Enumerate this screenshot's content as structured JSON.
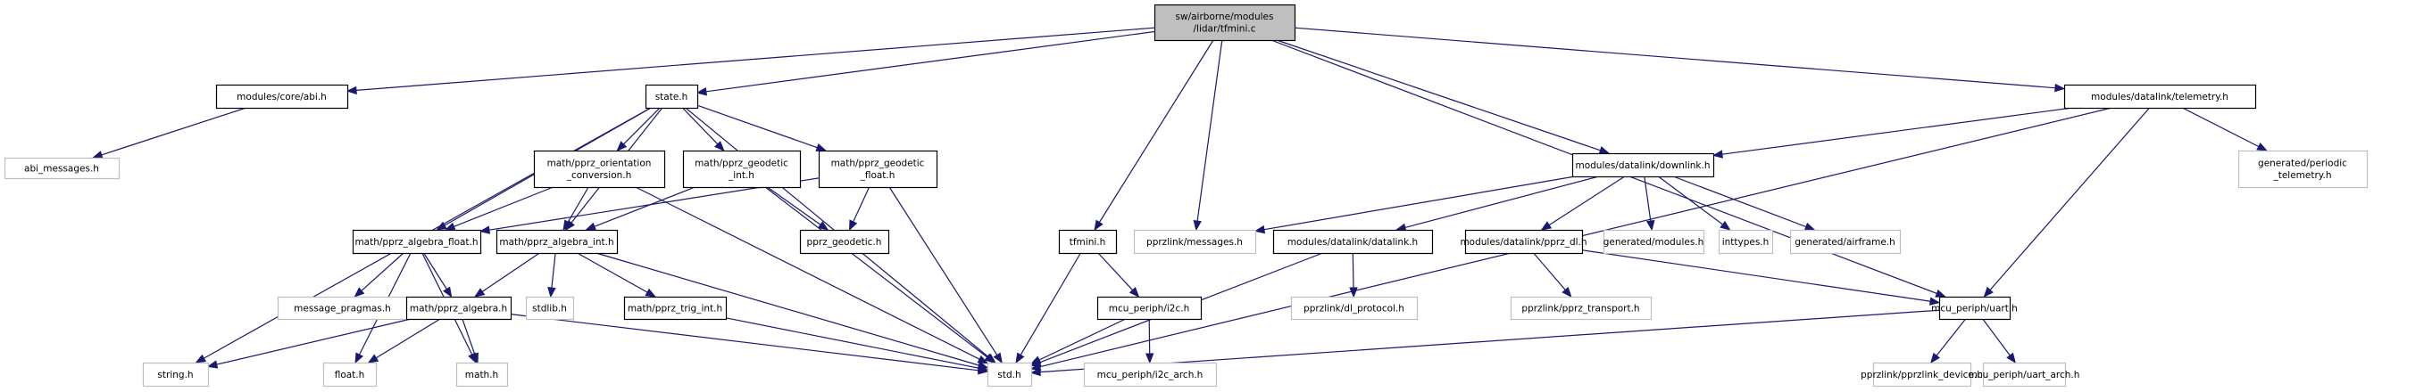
{
  "title": "Include dependency graph for sw/airborne/modules/lidar/tfmini.c",
  "colors": {
    "edge": "#191970",
    "root_fill": "#bfbfbf",
    "documented_border": "#000000",
    "external_border": "#bfbfbf"
  },
  "nodes": [
    {
      "id": "root",
      "lines": [
        "sw/airborne/modules",
        "/lidar/tfmini.c"
      ],
      "kind": "root"
    },
    {
      "id": "abi",
      "lines": [
        "modules/core/abi.h"
      ],
      "kind": "documented"
    },
    {
      "id": "abi_messages",
      "lines": [
        "abi_messages.h"
      ],
      "kind": "external"
    },
    {
      "id": "state",
      "lines": [
        "state.h"
      ],
      "kind": "documented"
    },
    {
      "id": "orient",
      "lines": [
        "math/pprz_orientation",
        "_conversion.h"
      ],
      "kind": "documented"
    },
    {
      "id": "geo_int",
      "lines": [
        "math/pprz_geodetic",
        "_int.h"
      ],
      "kind": "documented"
    },
    {
      "id": "geo_float",
      "lines": [
        "math/pprz_geodetic",
        "_float.h"
      ],
      "kind": "documented"
    },
    {
      "id": "alg_float",
      "lines": [
        "math/pprz_algebra_float.h"
      ],
      "kind": "documented"
    },
    {
      "id": "alg_int",
      "lines": [
        "math/pprz_algebra_int.h"
      ],
      "kind": "documented"
    },
    {
      "id": "pprz_geodetic",
      "lines": [
        "pprz_geodetic.h"
      ],
      "kind": "documented"
    },
    {
      "id": "msg_pragmas",
      "lines": [
        "message_pragmas.h"
      ],
      "kind": "external"
    },
    {
      "id": "alg",
      "lines": [
        "math/pprz_algebra.h"
      ],
      "kind": "documented"
    },
    {
      "id": "stdlib",
      "lines": [
        "stdlib.h"
      ],
      "kind": "external"
    },
    {
      "id": "trig_int",
      "lines": [
        "math/pprz_trig_int.h"
      ],
      "kind": "documented"
    },
    {
      "id": "string",
      "lines": [
        "string.h"
      ],
      "kind": "external"
    },
    {
      "id": "float",
      "lines": [
        "float.h"
      ],
      "kind": "external"
    },
    {
      "id": "math",
      "lines": [
        "math.h"
      ],
      "kind": "external"
    },
    {
      "id": "std",
      "lines": [
        "std.h"
      ],
      "kind": "external"
    },
    {
      "id": "tfmini_h",
      "lines": [
        "tfmini.h"
      ],
      "kind": "documented"
    },
    {
      "id": "i2c",
      "lines": [
        "mcu_periph/i2c.h"
      ],
      "kind": "documented"
    },
    {
      "id": "i2c_arch",
      "lines": [
        "mcu_periph/i2c_arch.h"
      ],
      "kind": "external"
    },
    {
      "id": "pl_messages",
      "lines": [
        "pprzlink/messages.h"
      ],
      "kind": "external"
    },
    {
      "id": "datalink",
      "lines": [
        "modules/datalink/datalink.h"
      ],
      "kind": "documented"
    },
    {
      "id": "downlink",
      "lines": [
        "modules/datalink/downlink.h"
      ],
      "kind": "documented"
    },
    {
      "id": "pprz_dl",
      "lines": [
        "modules/datalink/pprz_dl.h"
      ],
      "kind": "documented"
    },
    {
      "id": "gen_modules",
      "lines": [
        "generated/modules.h"
      ],
      "kind": "external"
    },
    {
      "id": "inttypes",
      "lines": [
        "inttypes.h"
      ],
      "kind": "external"
    },
    {
      "id": "gen_airframe",
      "lines": [
        "generated/airframe.h"
      ],
      "kind": "external"
    },
    {
      "id": "dl_protocol",
      "lines": [
        "pprzlink/dl_protocol.h"
      ],
      "kind": "external"
    },
    {
      "id": "pprz_transport",
      "lines": [
        "pprzlink/pprz_transport.h"
      ],
      "kind": "external"
    },
    {
      "id": "telemetry",
      "lines": [
        "modules/datalink/telemetry.h"
      ],
      "kind": "documented"
    },
    {
      "id": "periodic_tel",
      "lines": [
        "generated/periodic",
        "_telemetry.h"
      ],
      "kind": "external"
    },
    {
      "id": "uart",
      "lines": [
        "mcu_periph/uart.h"
      ],
      "kind": "documented"
    },
    {
      "id": "pprzlink_device",
      "lines": [
        "pprzlink/pprzlink_device.h"
      ],
      "kind": "external"
    },
    {
      "id": "uart_arch",
      "lines": [
        "mcu_periph/uart_arch.h"
      ],
      "kind": "external"
    }
  ],
  "edges": [
    [
      "root",
      "abi"
    ],
    [
      "root",
      "state"
    ],
    [
      "root",
      "tfmini_h"
    ],
    [
      "root",
      "pl_messages"
    ],
    [
      "root",
      "downlink"
    ],
    [
      "root",
      "telemetry"
    ],
    [
      "root",
      "uart"
    ],
    [
      "abi",
      "abi_messages"
    ],
    [
      "state",
      "orient"
    ],
    [
      "state",
      "geo_int"
    ],
    [
      "state",
      "geo_float"
    ],
    [
      "state",
      "alg_float"
    ],
    [
      "state",
      "alg_int"
    ],
    [
      "state",
      "string"
    ],
    [
      "state",
      "std"
    ],
    [
      "orient",
      "alg_float"
    ],
    [
      "orient",
      "alg_int"
    ],
    [
      "orient",
      "std"
    ],
    [
      "geo_int",
      "alg_int"
    ],
    [
      "geo_int",
      "pprz_geodetic"
    ],
    [
      "geo_int",
      "std"
    ],
    [
      "geo_float",
      "alg_float"
    ],
    [
      "geo_float",
      "pprz_geodetic"
    ],
    [
      "geo_float",
      "std"
    ],
    [
      "alg_float",
      "msg_pragmas"
    ],
    [
      "alg_float",
      "alg"
    ],
    [
      "alg_float",
      "float"
    ],
    [
      "alg_float",
      "math"
    ],
    [
      "alg_int",
      "alg"
    ],
    [
      "alg_int",
      "stdlib"
    ],
    [
      "alg_int",
      "trig_int"
    ],
    [
      "alg_int",
      "std"
    ],
    [
      "alg",
      "string"
    ],
    [
      "alg",
      "float"
    ],
    [
      "alg",
      "math"
    ],
    [
      "alg",
      "std"
    ],
    [
      "trig_int",
      "std"
    ],
    [
      "tfmini_h",
      "std"
    ],
    [
      "tfmini_h",
      "i2c"
    ],
    [
      "i2c",
      "std"
    ],
    [
      "i2c",
      "i2c_arch"
    ],
    [
      "datalink",
      "std"
    ],
    [
      "datalink",
      "dl_protocol"
    ],
    [
      "downlink",
      "pl_messages"
    ],
    [
      "downlink",
      "datalink"
    ],
    [
      "downlink",
      "pprz_dl"
    ],
    [
      "downlink",
      "gen_modules"
    ],
    [
      "downlink",
      "inttypes"
    ],
    [
      "downlink",
      "gen_airframe"
    ],
    [
      "pprz_dl",
      "pprz_transport"
    ],
    [
      "pprz_dl",
      "uart"
    ],
    [
      "telemetry",
      "downlink"
    ],
    [
      "telemetry",
      "periodic_tel"
    ],
    [
      "telemetry",
      "std"
    ],
    [
      "telemetry",
      "uart"
    ],
    [
      "uart",
      "std"
    ],
    [
      "uart",
      "pprzlink_device"
    ],
    [
      "uart",
      "uart_arch"
    ]
  ]
}
